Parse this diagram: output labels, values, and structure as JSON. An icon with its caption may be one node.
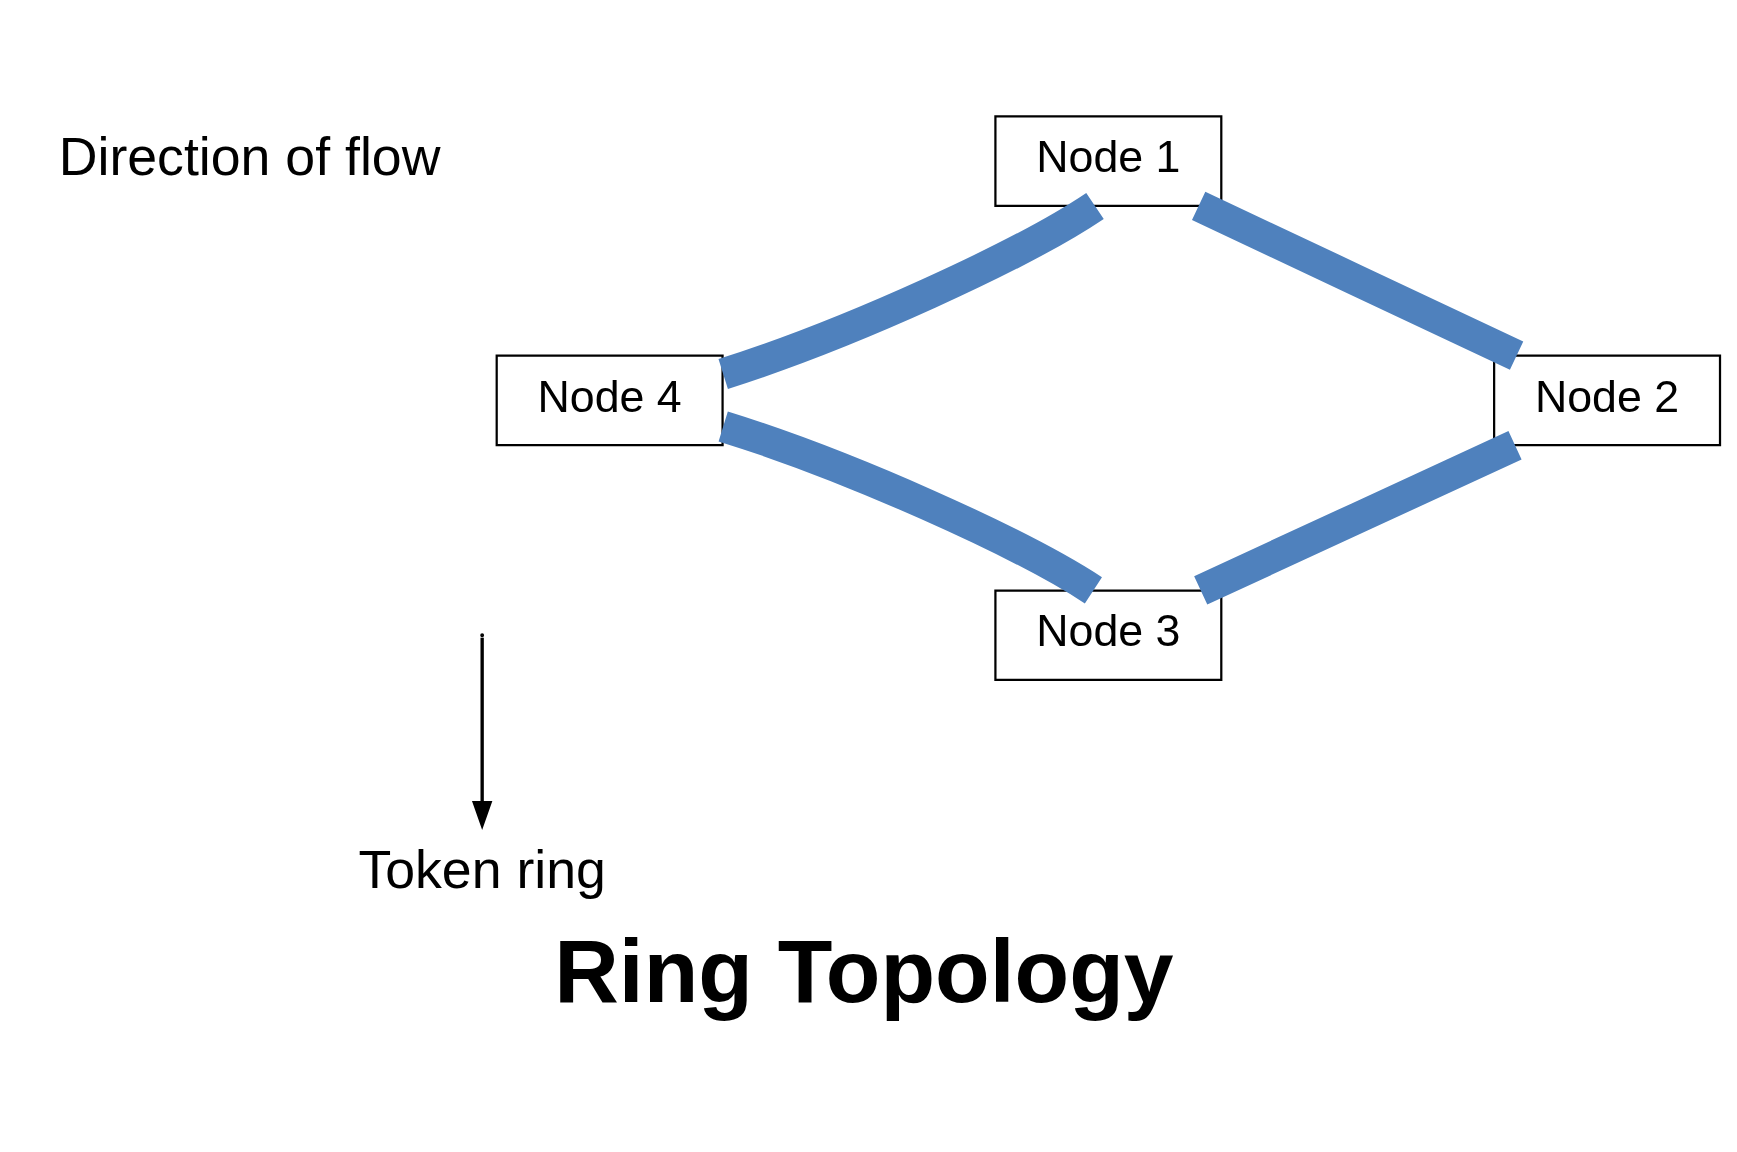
{
  "diagram": {
    "title": "Ring Topology",
    "nodes": [
      {
        "text": [
          "Node 1"
        ]
      },
      {
        "text": [
          "Node 2"
        ]
      },
      {
        "text": [
          "Node 3"
        ]
      },
      {
        "text": [
          "Node 4"
        ]
      },
      {
        "text": [
          "Token ring"
        ]
      }
    ],
    "edges": [
      {
        "from": 0,
        "to": 1,
        "arrow": "none"
      },
      {
        "from": 1,
        "to": 2,
        "arrow": "none"
      },
      {
        "from": 2,
        "to": 3,
        "arrow": "none"
      },
      {
        "from": 3,
        "to": 0,
        "arrow": "none"
      },
      {
        "from": null,
        "to": 4,
        "arrow": "to",
        "color": "#000000"
      }
    ],
    "labels": [
      "Direction of flow"
    ]
  }
}
